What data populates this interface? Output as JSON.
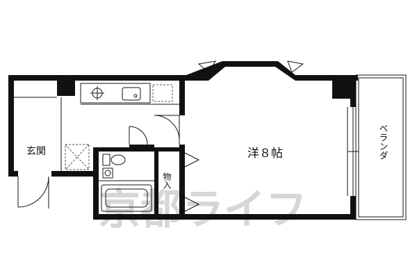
{
  "labels": {
    "entrance": "玄関",
    "main_room": "洋８帖",
    "storage": "物入",
    "balcony": "ベランダ"
  },
  "watermark": "京都ライフ",
  "colors": {
    "wall": "#111111",
    "line": "#111111",
    "watermark": "#d6d6d6",
    "background": "#ffffff"
  }
}
